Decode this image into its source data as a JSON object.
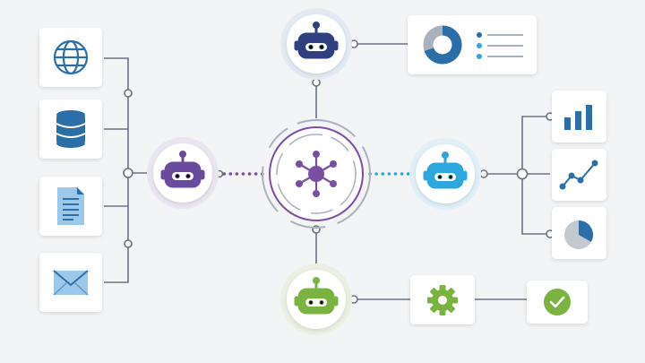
{
  "colors": {
    "background": "#f3f4f6",
    "line": "#6b7280",
    "hub": "#7b4fa0",
    "agent_top": "#2f3f80",
    "agent_left": "#6a4a9c",
    "agent_right": "#2ea7df",
    "agent_bottom": "#7ab342",
    "icon_blue": "#2b6ea8",
    "icon_light": "#9ec8ea",
    "icon_gray": "#a9b1bd",
    "check_green": "#7ab342"
  },
  "nodes": {
    "hub": {
      "icon": "network-hub-icon"
    },
    "agents": [
      {
        "id": "top",
        "icon": "robot-icon",
        "color_key": "agent_top"
      },
      {
        "id": "left",
        "icon": "robot-icon",
        "color_key": "agent_left"
      },
      {
        "id": "right",
        "icon": "robot-icon",
        "color_key": "agent_right"
      },
      {
        "id": "bottom",
        "icon": "robot-icon",
        "color_key": "agent_bottom"
      }
    ],
    "left_sources": [
      "globe-icon",
      "database-icon",
      "document-icon",
      "mail-icon"
    ],
    "top_output": [
      "donut-chart-icon",
      "legend-list-icon"
    ],
    "right_outputs": [
      "bar-chart-icon",
      "line-chart-icon",
      "pie-chart-icon"
    ],
    "bottom_chain": [
      "gear-icon",
      "checkmark-icon"
    ]
  }
}
